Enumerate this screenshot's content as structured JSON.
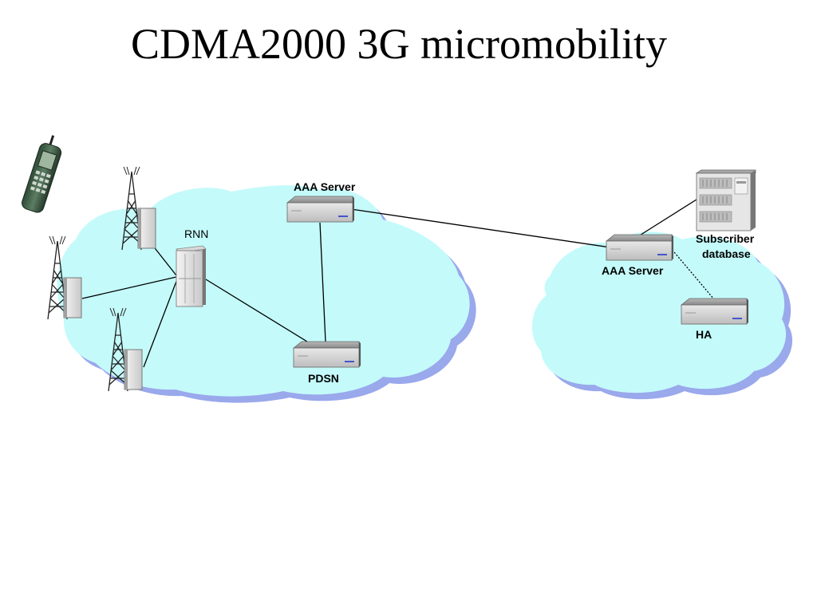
{
  "title": "CDMA2000 3G micromobility",
  "labels": {
    "rnn": "RNN",
    "aaa_local": "AAA Server",
    "pdsn": "PDSN",
    "aaa_home": "AAA Server",
    "subscriber_db_line1": "Subscriber",
    "subscriber_db_line2": "database",
    "ha": "HA"
  },
  "colors": {
    "cloud_fill": "#c4fafa",
    "cloud_shadow": "#9aa8ec",
    "link": "#000000"
  },
  "icons": [
    "mobile-phone-icon",
    "cell-tower-icon",
    "rnn-rack-icon",
    "server-box-icon",
    "database-cabinet-icon"
  ]
}
